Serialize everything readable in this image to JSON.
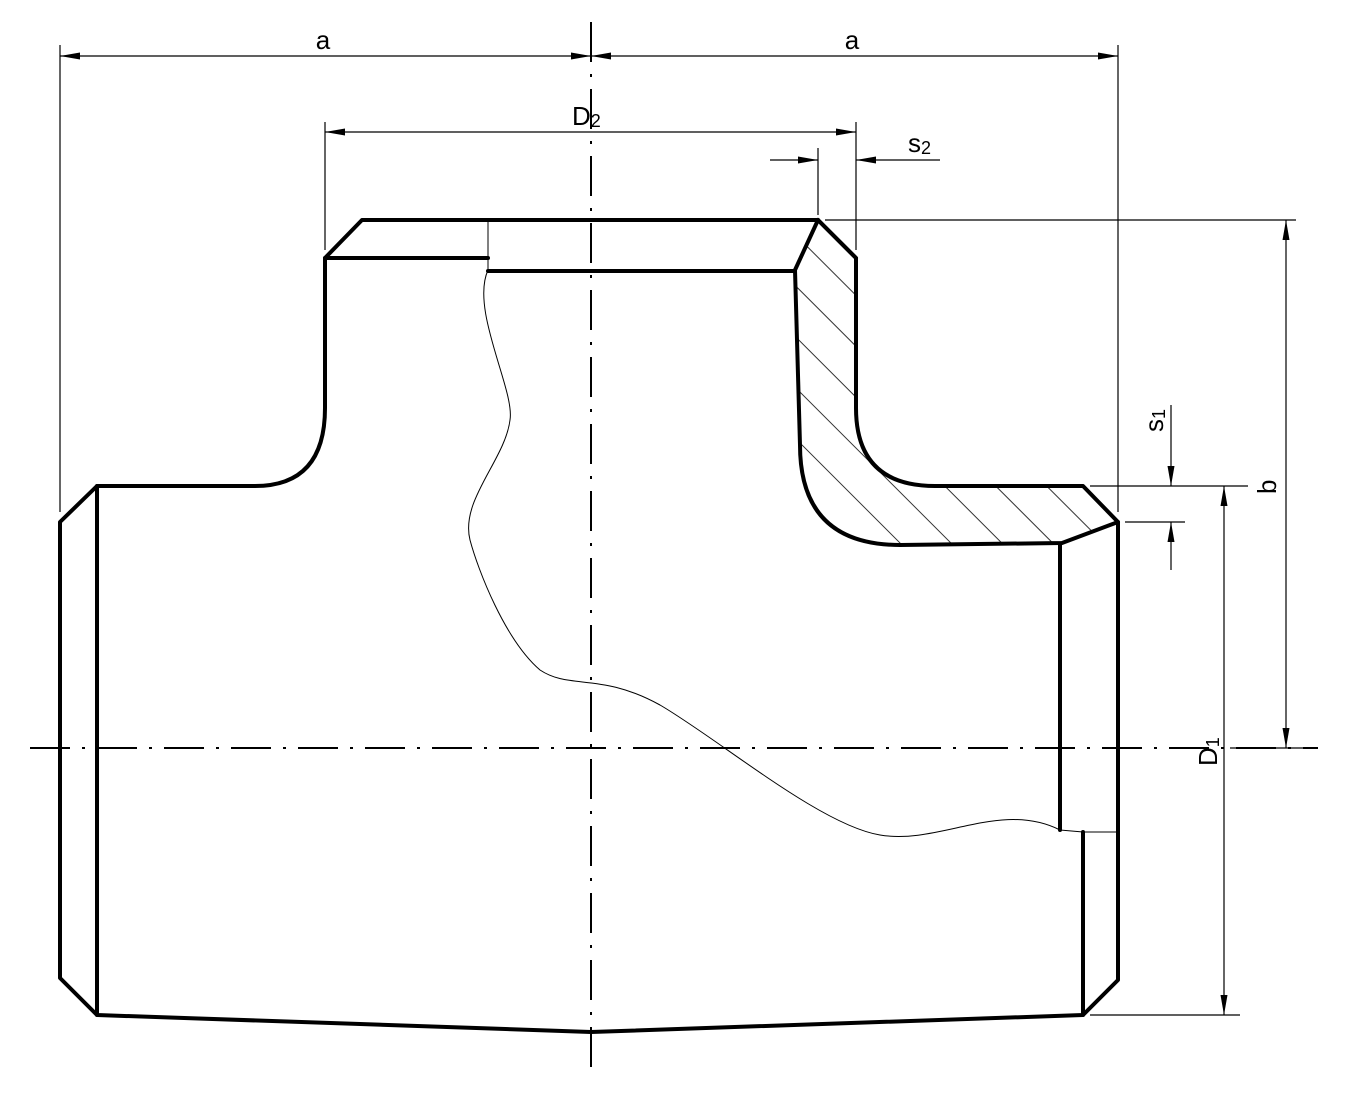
{
  "diagram": {
    "labels": {
      "a_left": "a",
      "a_right": "a",
      "d2_main": "D",
      "d2_sub": "2",
      "s2_main": "s",
      "s2_sub": "2",
      "s1_main": "s",
      "s1_sub": "1",
      "b": "b",
      "d1_main": "D",
      "d1_sub": "1"
    }
  }
}
